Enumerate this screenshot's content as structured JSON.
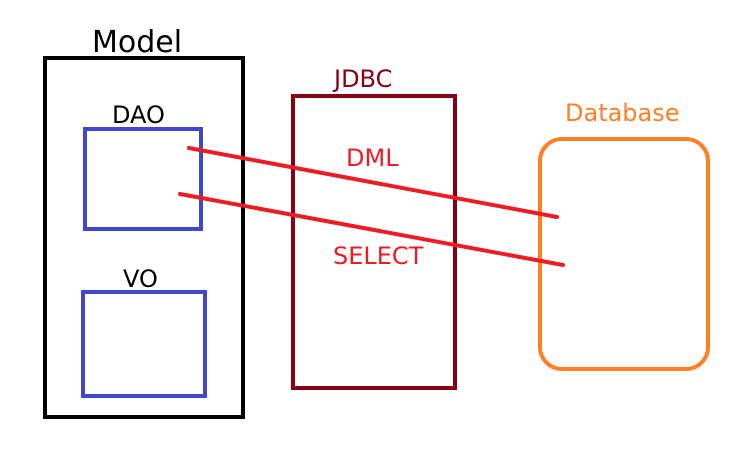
{
  "model": {
    "title": "Model"
  },
  "dao": {
    "title": "DAO"
  },
  "vo": {
    "title": "VO"
  },
  "jdbc": {
    "title": "JDBC",
    "dml_label": "DML",
    "select_label": "SELECT"
  },
  "database": {
    "title": "Database"
  },
  "colors": {
    "model_border": "#000000",
    "dao_vo_border": "#3f48cc",
    "jdbc": "#880015",
    "connection_lines": "#ed1c24",
    "database": "#ff7f27"
  }
}
